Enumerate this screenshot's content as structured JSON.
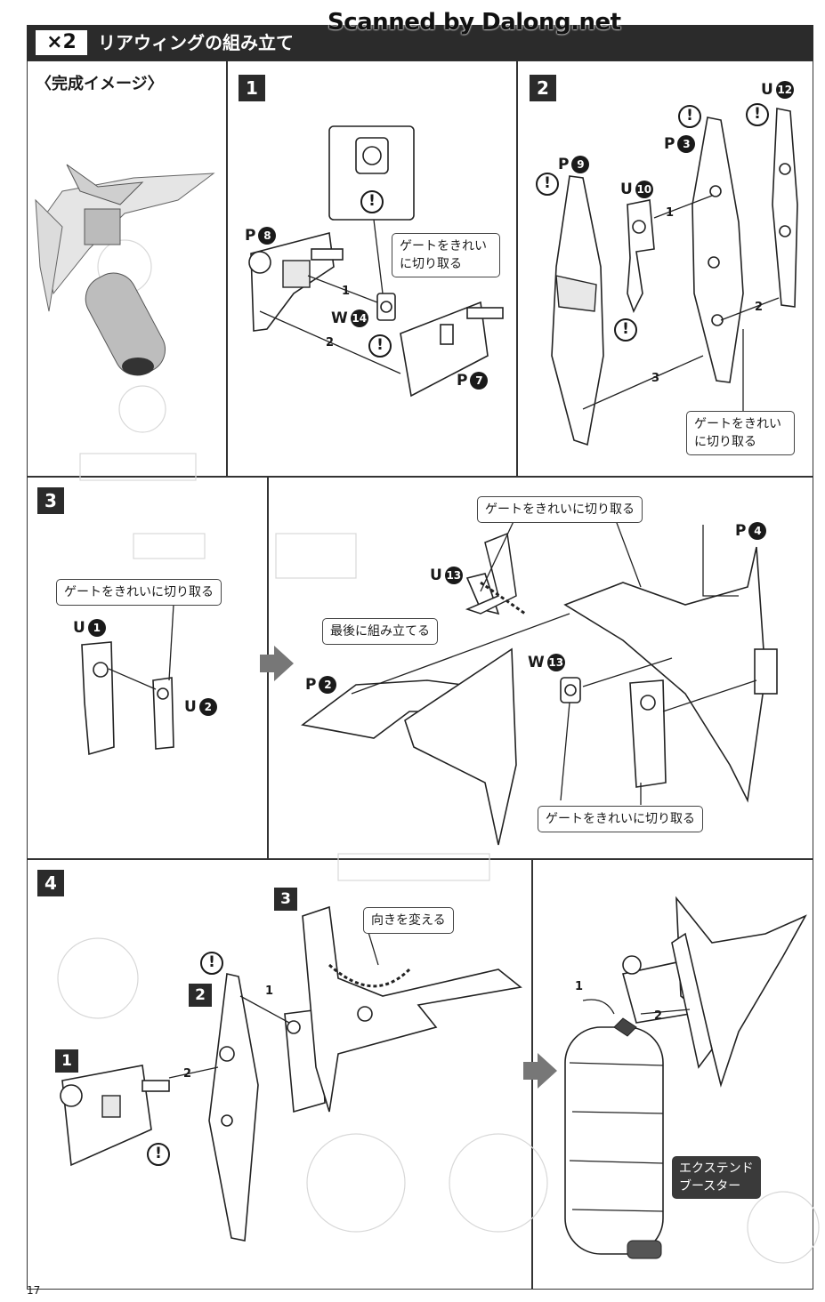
{
  "watermark": "Scanned by Dalong.net",
  "header": {
    "badge": "×2",
    "title": "リアウィングの組み立て"
  },
  "complete_image_label": "〈完成イメージ〉",
  "steps": {
    "s1": "1",
    "s2": "2",
    "s3": "3",
    "s4": "4"
  },
  "step1": {
    "part_p8": "P",
    "num_p8": "8",
    "part_w14": "W",
    "num_w14": "14",
    "part_p7": "P",
    "num_p7": "7",
    "callout": "ゲートをきれいに切り取る",
    "seq1": "1",
    "seq2": "2"
  },
  "step2": {
    "part_p9": "P",
    "num_p9": "9",
    "part_u10": "U",
    "num_u10": "10",
    "part_p3": "P",
    "num_p3": "3",
    "part_u12": "U",
    "num_u12": "12",
    "callout": "ゲートをきれいに切り取る",
    "seq1": "1",
    "seq2": "2",
    "seq3": "3"
  },
  "step3": {
    "callout_left": "ゲートをきれいに切り取る",
    "part_u1": "U",
    "num_u1": "1",
    "part_u2": "U",
    "num_u2": "2",
    "callout_top": "ゲートをきれいに切り取る",
    "part_u13": "U",
    "num_u13": "13",
    "part_p4": "P",
    "num_p4": "4",
    "callout_last": "最後に組み立てる",
    "part_p2": "P",
    "num_p2": "2",
    "part_w13": "W",
    "num_w13": "13",
    "callout_bottom": "ゲートをきれいに切り取る"
  },
  "step4": {
    "ref3": "3",
    "ref2": "2",
    "ref1": "1",
    "callout_turn": "向きを変える",
    "seq1": "1",
    "seq2": "2",
    "booster": "エクステンド ブースター"
  },
  "warn_symbol": "!",
  "page_number": "17"
}
